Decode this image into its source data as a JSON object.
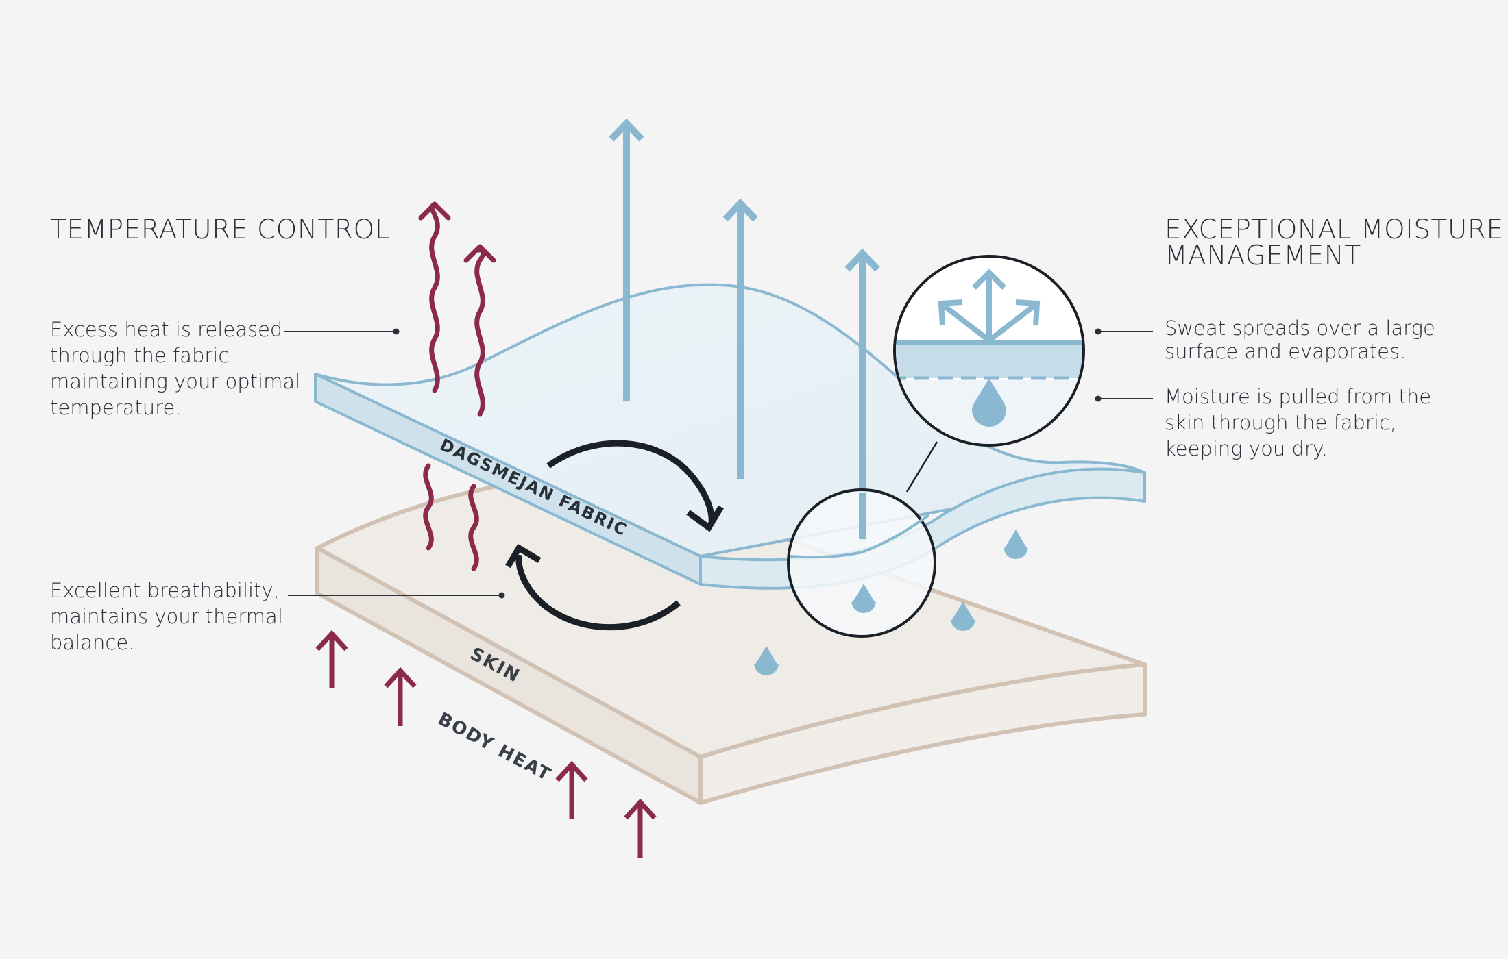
{
  "headings": {
    "temperature": "TEMPERATURE CONTROL",
    "moisture": "EXCEPTIONAL MOISTURE\nMANAGEMENT"
  },
  "callouts": {
    "excess_heat": "Excess heat is released\nthrough the fabric\nmaintaining your optimal\ntemperature.",
    "breathability": "Excellent breathability,\nmaintains your thermal\nbalance.",
    "sweat_spreads": "Sweat spreads over a large\nsurface and evaporates.",
    "moisture_pulled": "Moisture is pulled from the\nskin through the fabric,\nkeeping you dry."
  },
  "layer_labels": {
    "fabric": "DAGSMEJAN FABRIC",
    "skin": "SKIN",
    "body_heat": "BODY HEAT"
  },
  "icons": {
    "heat": "wavy-heat-arrow-icon",
    "body_heat": "straight-up-arrow-icon",
    "vapor": "vapor-arrow-icon",
    "drop": "water-drop-icon",
    "cycle": "circular-arrows-icon",
    "spread": "spread-arrows-icon"
  },
  "colors": {
    "background": "#f4f4f4",
    "heat": "#8b2a4d",
    "moisture": "#8ab8d0",
    "fabric_fill": "#e6eff4",
    "fabric_edge": "#cfe2eb",
    "skin_fill": "#efebe7",
    "skin_edge": "#d2c2b4",
    "cycle_arrow": "#1a2026",
    "text": "#2a3038"
  }
}
